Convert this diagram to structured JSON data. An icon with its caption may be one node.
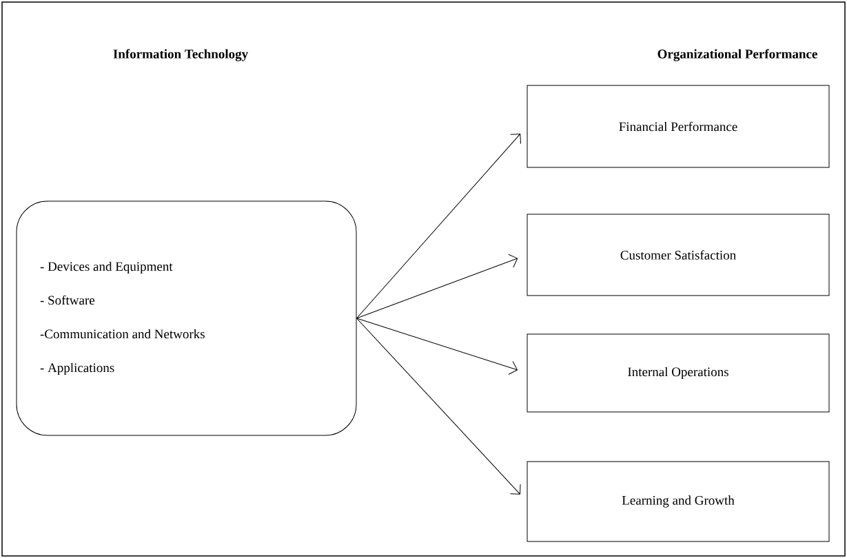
{
  "diagram": {
    "nodes": [
      {
        "text": [
          "- Devices and Equipment",
          "- Software",
          "-Communication and Networks",
          "- Applications"
        ]
      },
      {
        "text": [
          "Financial Performance"
        ]
      },
      {
        "text": [
          "Customer Satisfaction"
        ]
      },
      {
        "text": [
          "Internal Operations"
        ]
      },
      {
        "text": [
          "Learning and Growth"
        ]
      }
    ],
    "edges": [
      {
        "from": 0,
        "to": 1,
        "arrow": "to"
      },
      {
        "from": 0,
        "to": 2,
        "arrow": "to"
      },
      {
        "from": 0,
        "to": 3,
        "arrow": "to"
      },
      {
        "from": 0,
        "to": 4,
        "arrow": "to"
      }
    ],
    "labels": [
      "Information Technology",
      "Organizational Performance"
    ]
  }
}
